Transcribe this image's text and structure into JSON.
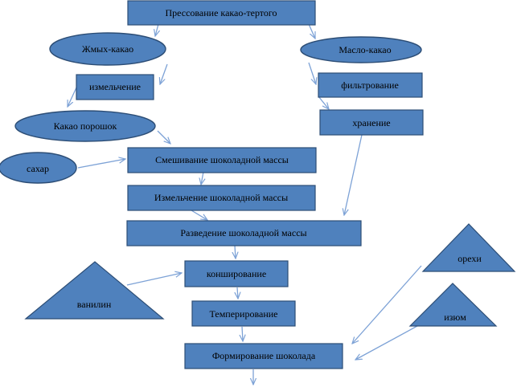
{
  "diagram": {
    "nodes": {
      "pressing": "Прессование какао-тертого",
      "zhmyh": "Жмых-какао",
      "maslo": "Масло-какао",
      "izmelchenie": "измельчение",
      "filtrovanie": "фильтрование",
      "kakao_poroshok": "Какао порошок",
      "hranenie": "хранение",
      "sahar": "сахар",
      "smeshivanie": "Смешивание шоколадной массы",
      "izmelchenie_massy": "Измельчение шоколадной массы",
      "razvedenie": "Разведение шоколадной массы",
      "orehi": "орехи",
      "konshirovanie": "конширование",
      "vanilin": "ванилин",
      "temperirovanie": "Темперирование",
      "izum": "изюм",
      "formirovanie": "Формирование шоколада"
    },
    "colors": {
      "fill": "#4F81BD",
      "stroke": "#2C4D75",
      "connector": "#7DA2D6"
    }
  }
}
